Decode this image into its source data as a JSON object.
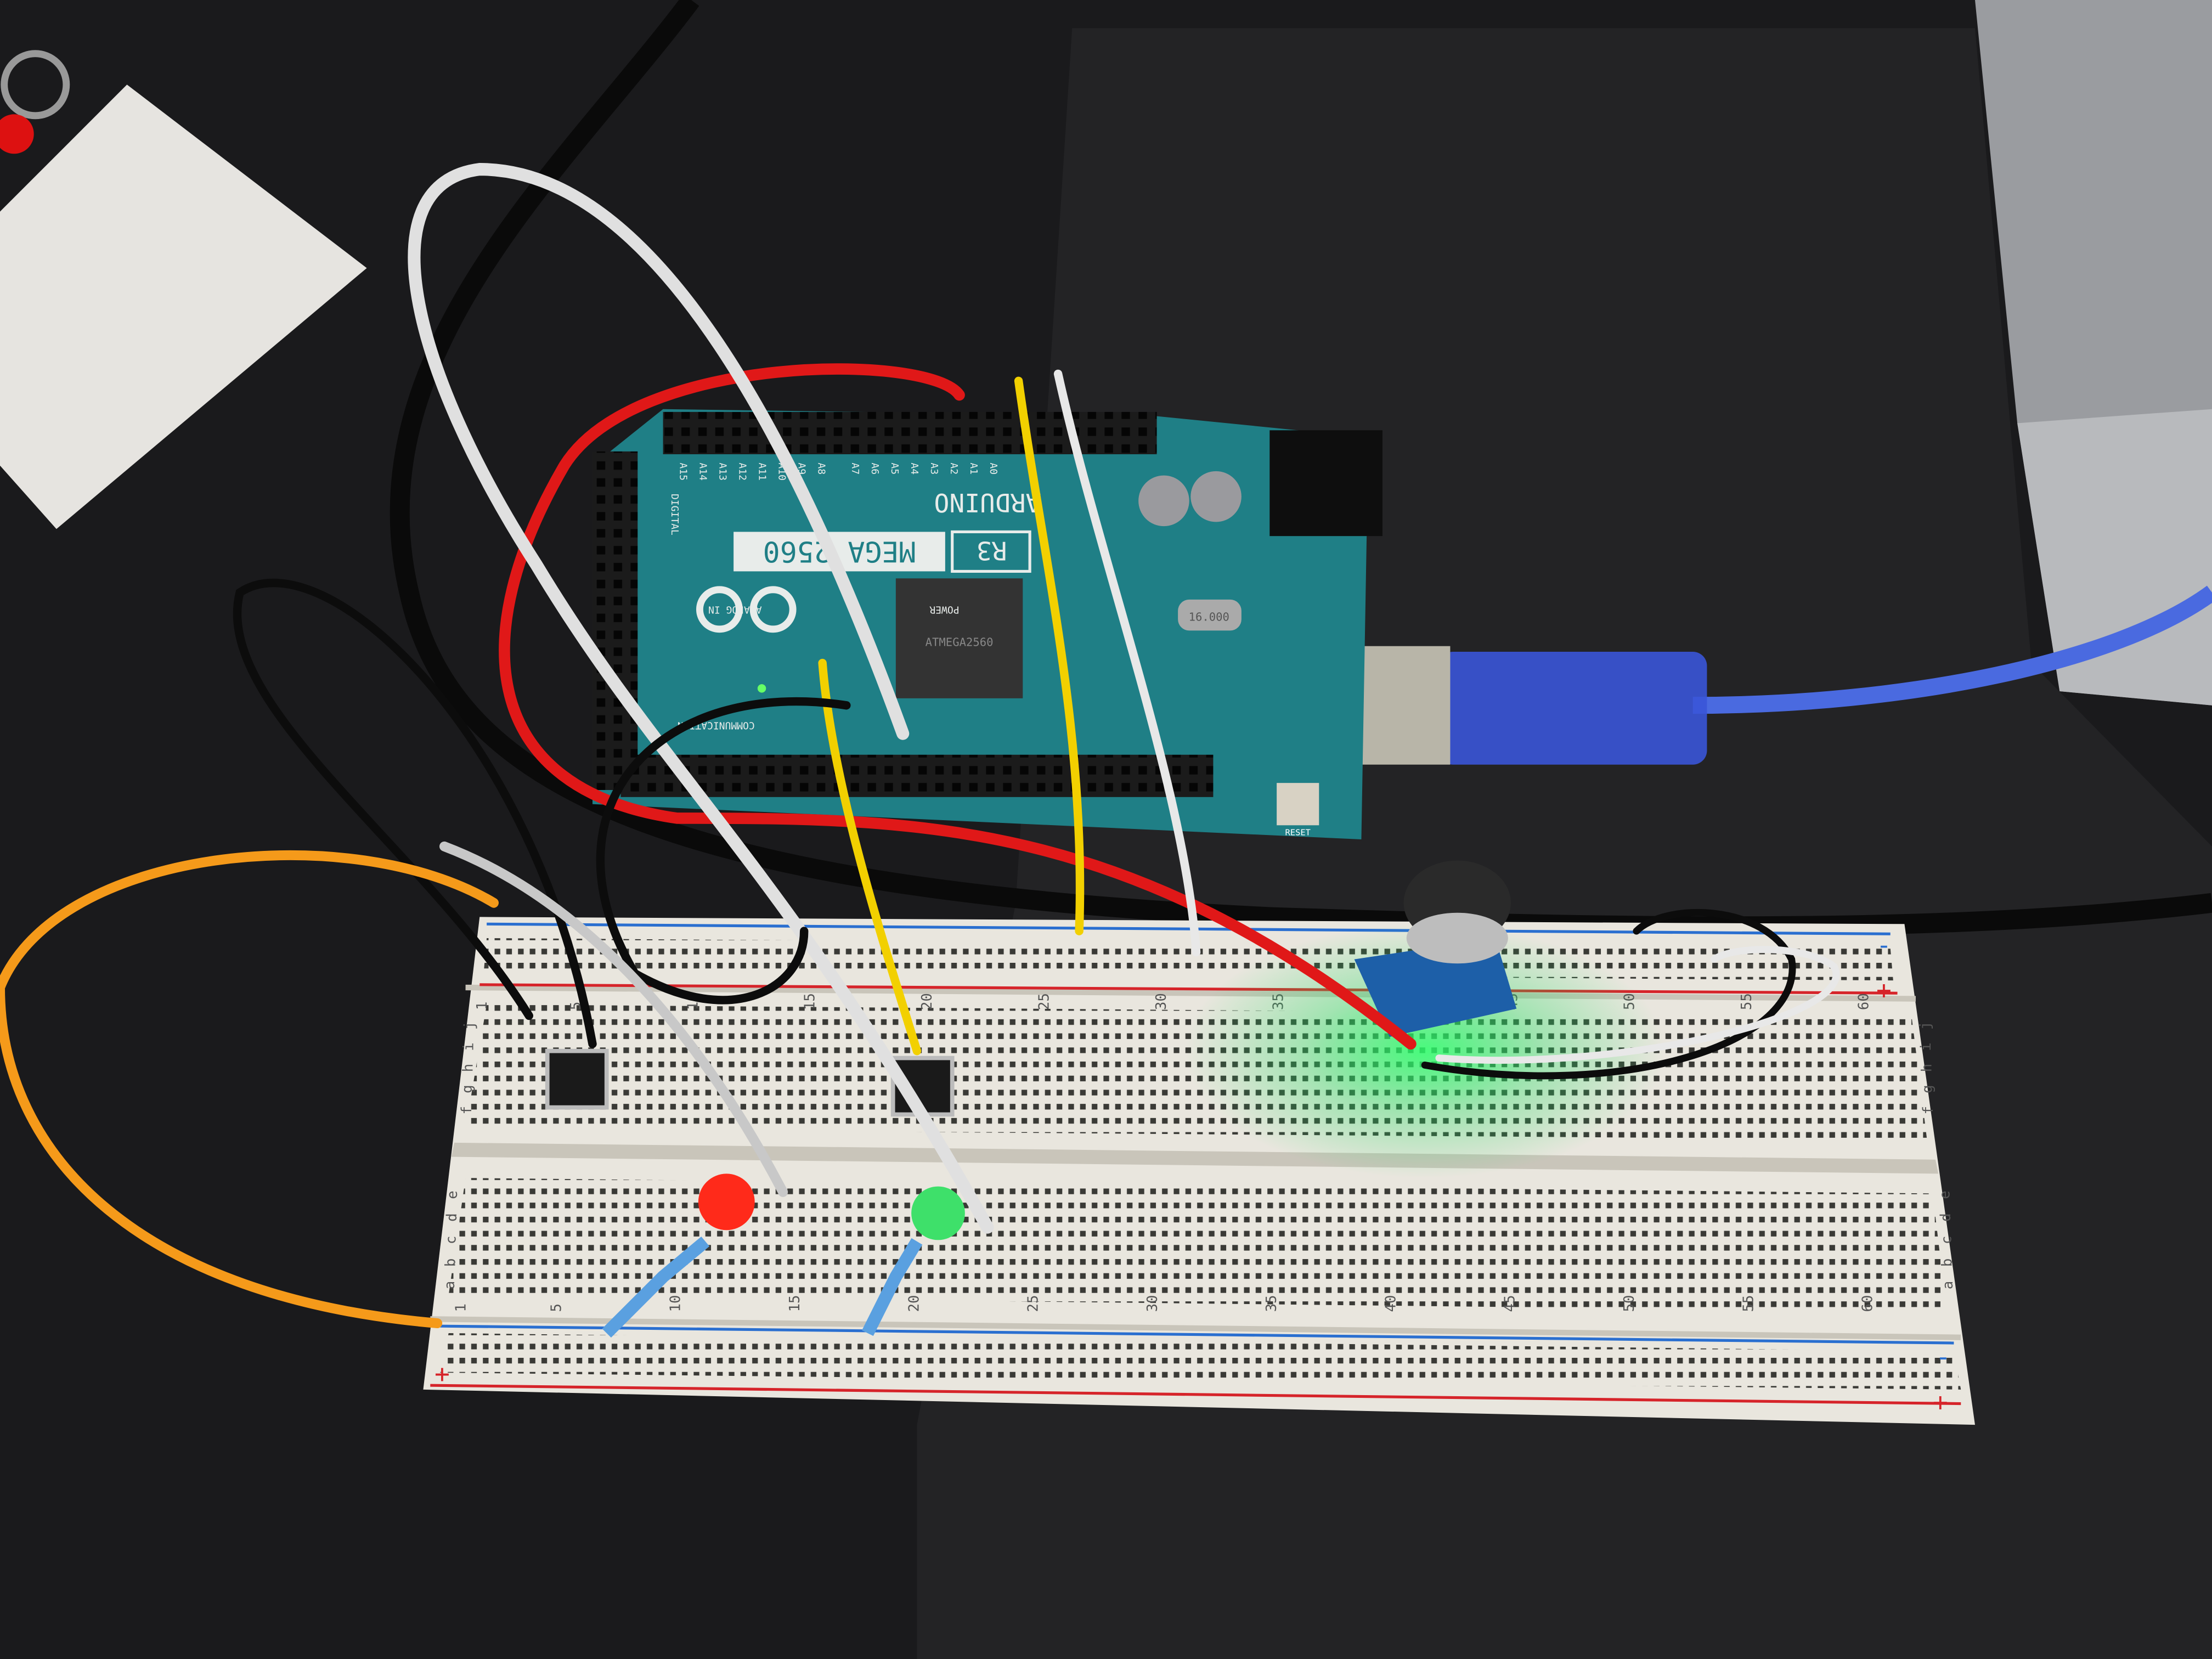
{
  "board": {
    "brand": "ARDUINO",
    "model": "MEGA 2560",
    "revision": "R3",
    "header_labels": [
      "ANALOG IN",
      "POWER",
      "COMMUNICATION",
      "DIGITAL"
    ],
    "analog_pins": [
      "A15",
      "A14",
      "A13",
      "A12",
      "A11",
      "A10",
      "A9",
      "A8",
      "A7",
      "A6",
      "A5",
      "A4",
      "A3",
      "A2",
      "A1",
      "A0"
    ],
    "chip": "ATMEGA2560",
    "crystal": "16.000",
    "reset_label": "RESET",
    "board_color": "#1f7f86"
  },
  "breadboard": {
    "column_numbers": [
      "1",
      "5",
      "10",
      "15",
      "20",
      "25",
      "30",
      "35",
      "40",
      "45",
      "50",
      "55",
      "60"
    ],
    "upper_row_letters": [
      "j",
      "i",
      "h",
      "g",
      "f"
    ],
    "lower_row_letters": [
      "e",
      "d",
      "c",
      "b",
      "a"
    ],
    "rail_plus": "+",
    "rail_minus": "-",
    "rail_red": "#d6242a",
    "rail_blue": "#2a6fd0"
  },
  "components": {
    "led_red_color": "#ff2a1a",
    "led_green_color": "#3ee06a",
    "sensor_glow_color": "#22ff66",
    "usb_cable_color": "#3a55d8"
  },
  "wire_colors": {
    "red": "#e01818",
    "white": "#e8e8e8",
    "yellow": "#f2d000",
    "black": "#0c0c0c",
    "orange": "#f59a1a",
    "gray": "#b8b8b8"
  }
}
